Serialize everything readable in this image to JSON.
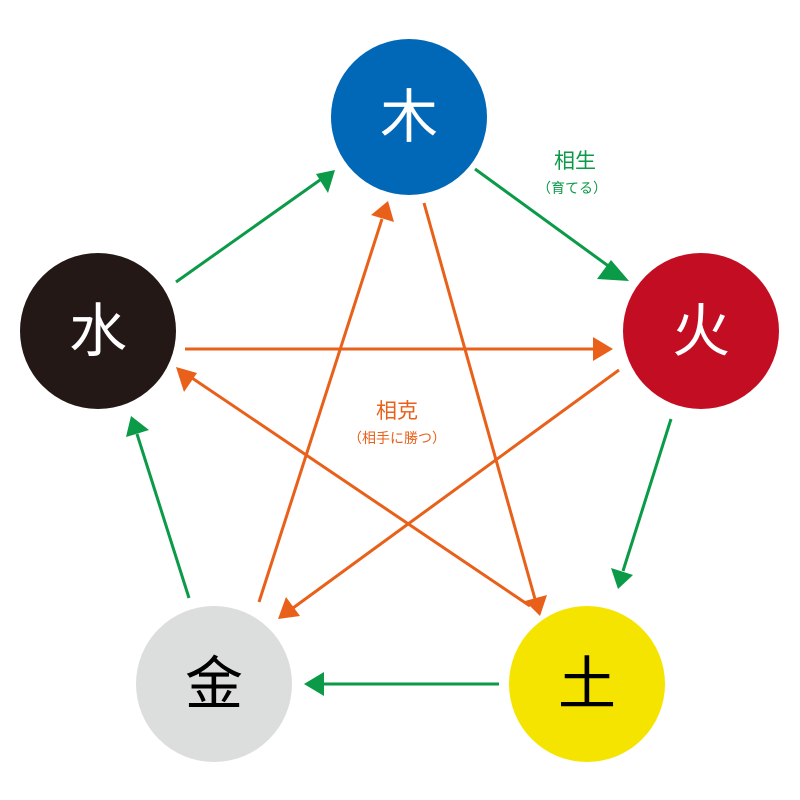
{
  "colors": {
    "generating": "#0a9a48",
    "overcoming": "#e8601a",
    "text_dark": "#000000",
    "text_light": "#ffffff"
  },
  "elements": [
    {
      "id": "wood",
      "char": "木",
      "fill": "#0068b7",
      "text_color": "#ffffff"
    },
    {
      "id": "fire",
      "char": "火",
      "fill": "#c30d23",
      "text_color": "#ffffff"
    },
    {
      "id": "earth",
      "char": "土",
      "fill": "#f5e400",
      "text_color": "#000000"
    },
    {
      "id": "metal",
      "char": "金",
      "fill": "#dcdddd",
      "text_color": "#000000"
    },
    {
      "id": "water",
      "char": "水",
      "fill": "#231815",
      "text_color": "#ffffff"
    }
  ],
  "generating_cycle": {
    "label": "相生",
    "sublabel": "（育てる）"
  },
  "overcoming_cycle": {
    "label": "相克",
    "sublabel": "（相手に勝つ）"
  }
}
